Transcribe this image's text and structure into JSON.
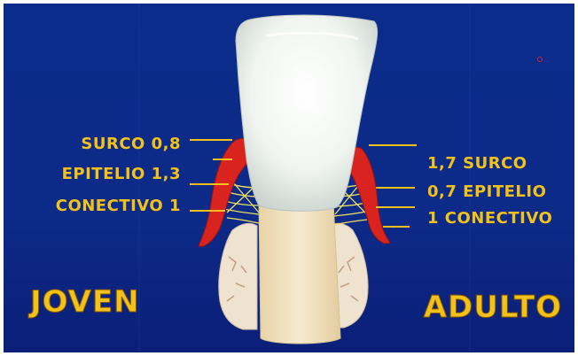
{
  "colors": {
    "background_top": "#0a2a86",
    "background_bottom": "#0d2080",
    "label_color": "#f3c21a",
    "gingiva_red": "#d8231f",
    "crown": "#eef3ee",
    "root": "#f2e2bd",
    "bone": "#efe2cf"
  },
  "left": {
    "labels": [
      "SURCO 0,8",
      "EPITELIO 1,3",
      "CONECTIVO 1"
    ],
    "title": "JOVEN"
  },
  "right": {
    "labels": [
      "1,7  SURCO",
      "0,7  EPITELIO",
      "1  CONECTIVO"
    ],
    "title": "ADULTO"
  },
  "icons": [
    "tooth-crown",
    "tooth-root",
    "gingiva",
    "alveolar-bone",
    "connective-fibers"
  ]
}
